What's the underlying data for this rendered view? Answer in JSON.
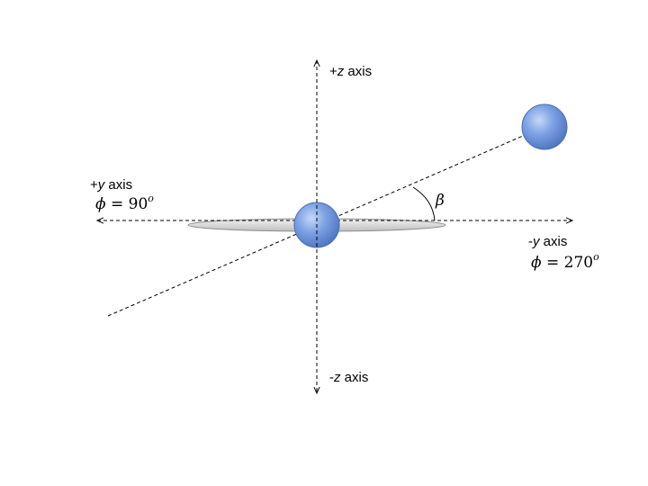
{
  "labels": {
    "plus_z": {
      "prefix": "+",
      "var": "z",
      "suffix": " axis"
    },
    "minus_z": {
      "prefix": "-",
      "var": "z",
      "suffix": " axis"
    },
    "plus_y": {
      "prefix": "+",
      "var": "y",
      "suffix": " axis"
    },
    "minus_y": {
      "prefix": "-",
      "var": "y",
      "suffix": " axis"
    },
    "phi_plus_y": {
      "symbol": "ϕ",
      "eq": " = 90",
      "sup": "o"
    },
    "phi_minus_y": {
      "symbol": "ϕ",
      "eq": " = 270",
      "sup": "o"
    },
    "angle": "β"
  },
  "colors": {
    "sphere": "#6f95de",
    "sphere_edge": "#4a6fb5",
    "disk": "#d9d9d9",
    "disk_edge": "#8c8c8c",
    "line": "#000000"
  }
}
